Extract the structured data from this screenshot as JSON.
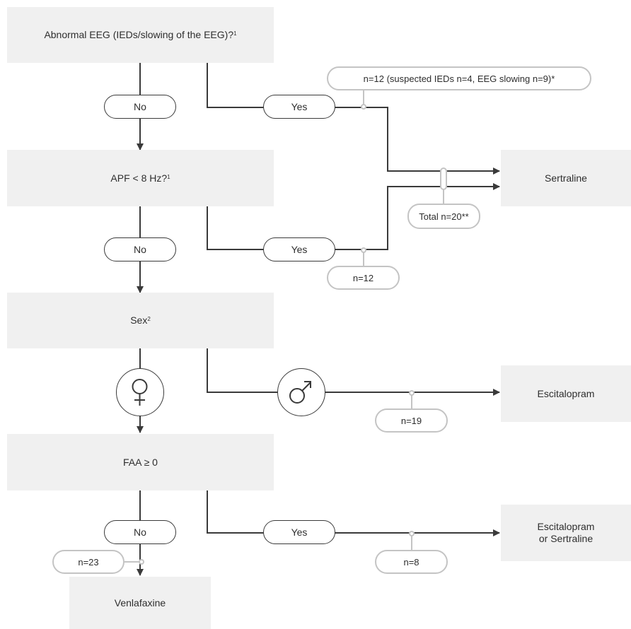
{
  "boxes": {
    "abnormal_eeg": "Abnormal EEG (IEDs/slowing of the EEG)?",
    "abnormal_eeg_ref": "1",
    "apf": "APF < 8 Hz?",
    "apf_ref": "1",
    "sex": "Sex",
    "sex_ref": "2",
    "faa": "FAA ≥ 0",
    "sertraline": "Sertraline",
    "escitalopram": "Escitalopram",
    "esc_or_sert_line1": "Escitalopram",
    "esc_or_sert_line2": "or Sertraline",
    "venlafaxine": "Venlafaxine"
  },
  "decisions": {
    "eeg_no": "No",
    "eeg_yes": "Yes",
    "apf_no": "No",
    "apf_yes": "Yes",
    "faa_no": "No",
    "faa_yes": "Yes"
  },
  "symbols": {
    "female": "female-symbol-icon",
    "male": "male-symbol-icon"
  },
  "counts": {
    "eeg_yes": "n=12 (suspected IEDs n=4, EEG slowing n=9)*",
    "sertraline_total": "Total n=20**",
    "apf_yes": "n=12",
    "male": "n=19",
    "faa_yes": "n=8",
    "faa_no": "n=23"
  },
  "colors": {
    "box_fill": "#f0f0f0",
    "line": "#3a3a3a",
    "count_border": "#c4c4c4"
  }
}
